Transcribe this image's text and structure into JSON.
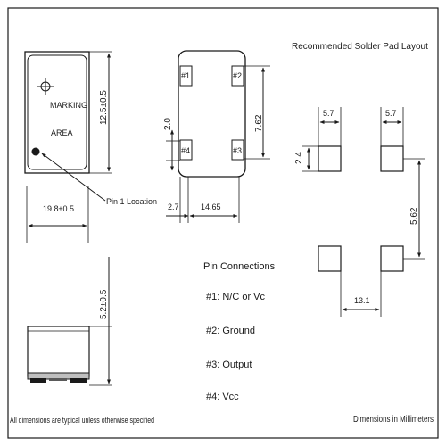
{
  "marking_label": "MARKING",
  "area_label": "AREA",
  "pin1_location": "Pin 1 Location",
  "dim_width": "19.8±0.5",
  "dim_height": "12.5±0.5",
  "dim_thickness": "5.2±0.5",
  "pins": {
    "p1": "#1",
    "p2": "#2",
    "p3": "#3",
    "p4": "#4"
  },
  "dim_pin_gap": "2.0",
  "dim_pin_pitch_v": "7.62",
  "dim_pin_offset": "2.7",
  "dim_pin_pitch_h": "14.65",
  "solder_title": "Recommended Solder Pad Layout",
  "pad_w_left": "5.7",
  "pad_w_right": "5.7",
  "pad_h": "2.4",
  "pad_pitch_v": "5.62",
  "pad_pitch_h": "13.1",
  "pin_conn_title": "Pin Connections",
  "pin_conn": [
    "#1: N/C or Vc",
    "#2: Ground",
    "#3: Output",
    "#4: Vcc"
  ],
  "footer_left": "All dimensions are typical unless otherwise specified",
  "footer_right": "Dimensions in Millimeters"
}
